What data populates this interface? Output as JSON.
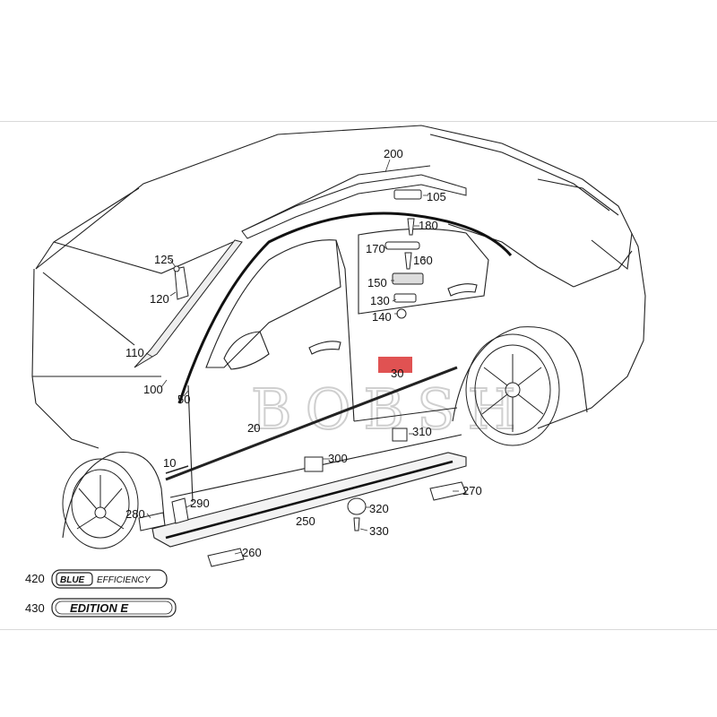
{
  "watermark": "BOBSH",
  "highlight_color": "#e05252",
  "callouts": {
    "c200": "200",
    "c105": "105",
    "c180": "180",
    "c170": "170",
    "c160": "160",
    "c150": "150",
    "c130": "130",
    "c140": "140",
    "c125": "125",
    "c120": "120",
    "c110": "110",
    "c100": "100",
    "c50": "50",
    "c30": "30",
    "c20": "20",
    "c10": "10",
    "c310": "310",
    "c300": "300",
    "c290": "290",
    "c280": "280",
    "c270": "270",
    "c320": "320",
    "c330": "330",
    "c250": "250",
    "c260": "260",
    "c420": "420",
    "c430": "430"
  },
  "badges": {
    "blue_word": "BLUE",
    "efficiency_word": "EFFICIENCY",
    "edition_text": "EDITION E"
  }
}
